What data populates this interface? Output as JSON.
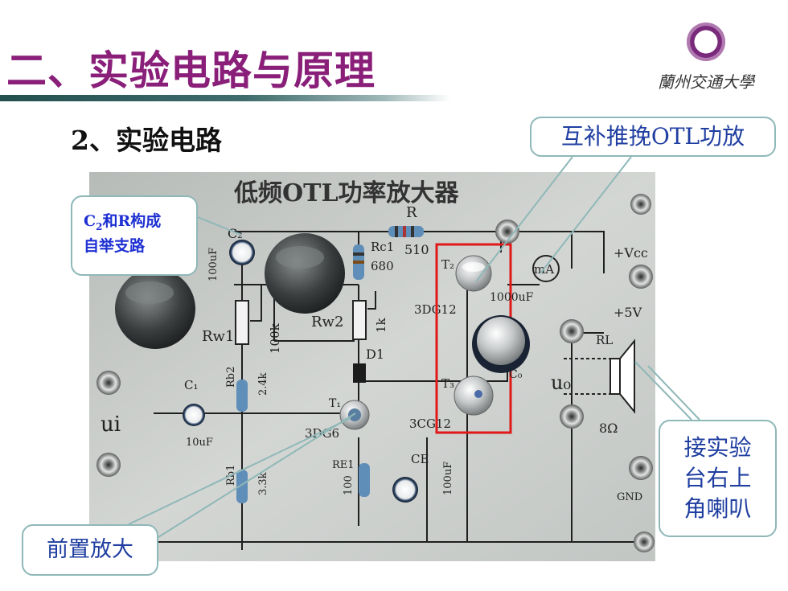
{
  "slide": {
    "title": "二、实验电路与原理",
    "subtitle": "2、实验电路",
    "logo_text": "蘭州交通大學"
  },
  "board": {
    "title": "低频OTL功率放大器",
    "labels": {
      "r": "R",
      "r_val": "510",
      "c2": "C₂",
      "c2_val": "100uF",
      "rc1": "Rc1",
      "rc1_val": "680",
      "t2": "T₂",
      "t2_model": "3DG12",
      "ma": "mA",
      "c0_val": "1000uF",
      "c0": "C₀",
      "vcc": "+Vcc",
      "five_v": "+5V",
      "rw1": "Rw1",
      "rw1_val": "100k",
      "rw2": "Rw2",
      "rw2_val": "1k",
      "d1": "D1",
      "rb2": "Rb2",
      "rb2_val": "2.4k",
      "c1": "C₁",
      "c1_val": "10uF",
      "ui": "ui",
      "t1": "T₁",
      "t1_model": "3DG6",
      "t3": "T₃",
      "t3_model": "3CG12",
      "uo": "u₀",
      "rl": "RL",
      "eight_ohm": "8Ω",
      "re1": "RE1",
      "re1_val": "100",
      "ce": "CE",
      "ce_val": "100uF",
      "rb1": "Rb1",
      "rb1_val": "3.3k",
      "gnd": "GND"
    }
  },
  "callouts": {
    "otl": "互补推挽OTL功放",
    "c2_line1_prefix": "C",
    "c2_line1_sub": "2",
    "c2_line1_suffix": "和R构成",
    "c2_line2": "自举支路",
    "front": "前置放大",
    "speaker_l1": "接实验",
    "speaker_l2": "台右上",
    "speaker_l3": "角喇叭"
  },
  "colors": {
    "title": "#8a1f7a",
    "callout_text": "#1f3ea0",
    "callout_border": "#8fb8b8",
    "highlight_box": "#e01818",
    "panel": "#c9ccc9"
  }
}
